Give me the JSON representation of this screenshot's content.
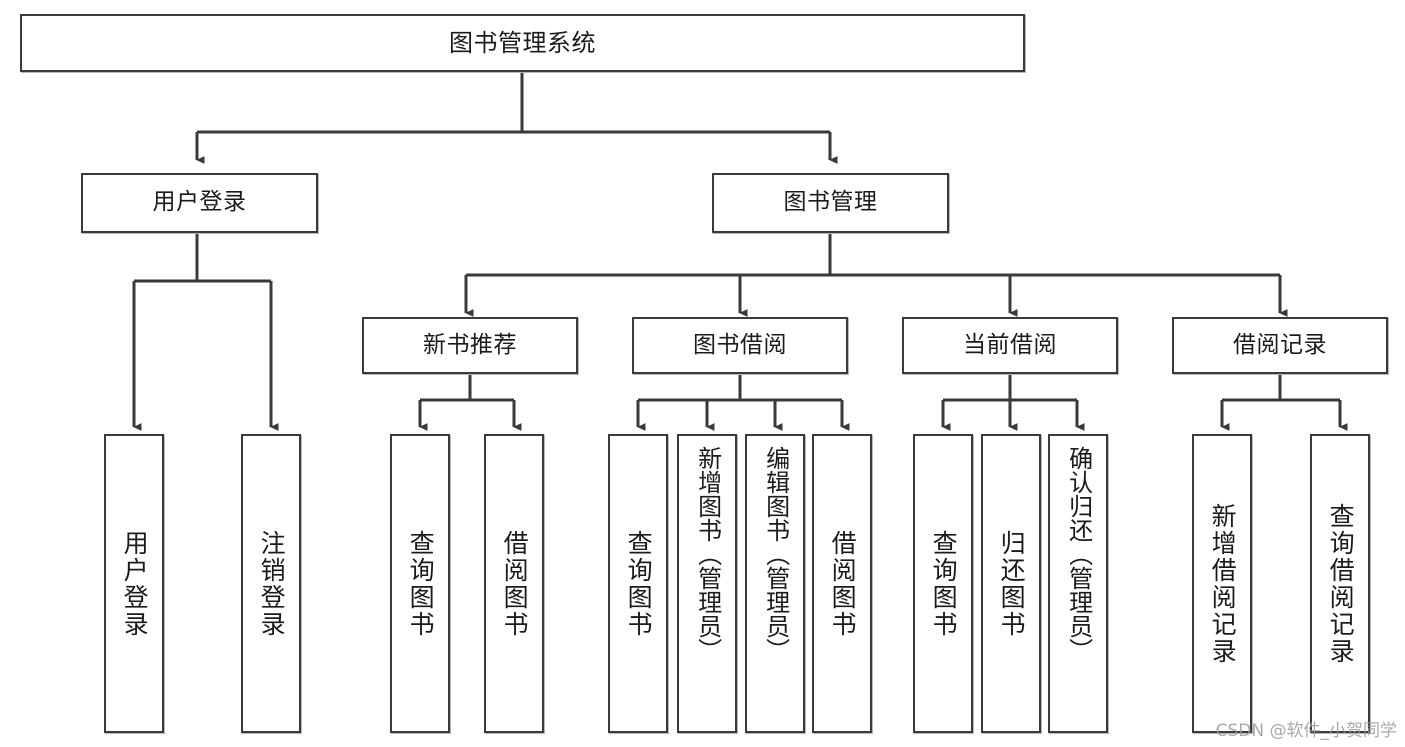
{
  "diagram": {
    "type": "tree",
    "title": "图书管理系统",
    "root": {
      "id": "root",
      "label": "图书管理系统"
    },
    "level2": [
      {
        "id": "user-login",
        "label": "用户登录"
      },
      {
        "id": "book-manage",
        "label": "图书管理"
      }
    ],
    "level3": [
      {
        "id": "new-book-recommend",
        "label": "新书推荐",
        "parent": "book-manage"
      },
      {
        "id": "book-borrow",
        "label": "图书借阅",
        "parent": "book-manage"
      },
      {
        "id": "current-borrow",
        "label": "当前借阅",
        "parent": "book-manage"
      },
      {
        "id": "borrow-record",
        "label": "借阅记录",
        "parent": "book-manage"
      }
    ],
    "leaves": {
      "user_login": [
        {
          "id": "leaf-user-login",
          "label": "用户登录"
        },
        {
          "id": "leaf-user-logout",
          "label": "注销登录"
        }
      ],
      "new_book_recommend": [
        {
          "id": "leaf-query-book-1",
          "label": "查询图书"
        },
        {
          "id": "leaf-borrow-book-1",
          "label": "借阅图书"
        }
      ],
      "book_borrow": [
        {
          "id": "leaf-query-book-2",
          "label": "查询图书"
        },
        {
          "id": "leaf-add-book",
          "label": "新增图书（管理员）"
        },
        {
          "id": "leaf-edit-book",
          "label": "编辑图书（管理员）"
        },
        {
          "id": "leaf-borrow-book-2",
          "label": "借阅图书"
        }
      ],
      "current_borrow": [
        {
          "id": "leaf-query-book-3",
          "label": "查询图书"
        },
        {
          "id": "leaf-return-book",
          "label": "归还图书"
        },
        {
          "id": "leaf-confirm-return",
          "label": "确认归还（管理员）"
        }
      ],
      "borrow_record": [
        {
          "id": "leaf-add-record",
          "label": "新增借阅记录"
        },
        {
          "id": "leaf-query-record",
          "label": "查询借阅记录"
        }
      ]
    }
  },
  "colors": {
    "stroke": "#3a3a3a",
    "background": "#ffffff",
    "text": "#1b1b1b",
    "watermark": "#9a9a9a"
  },
  "watermark": {
    "text": "CSDN @软件_小贺同学"
  }
}
